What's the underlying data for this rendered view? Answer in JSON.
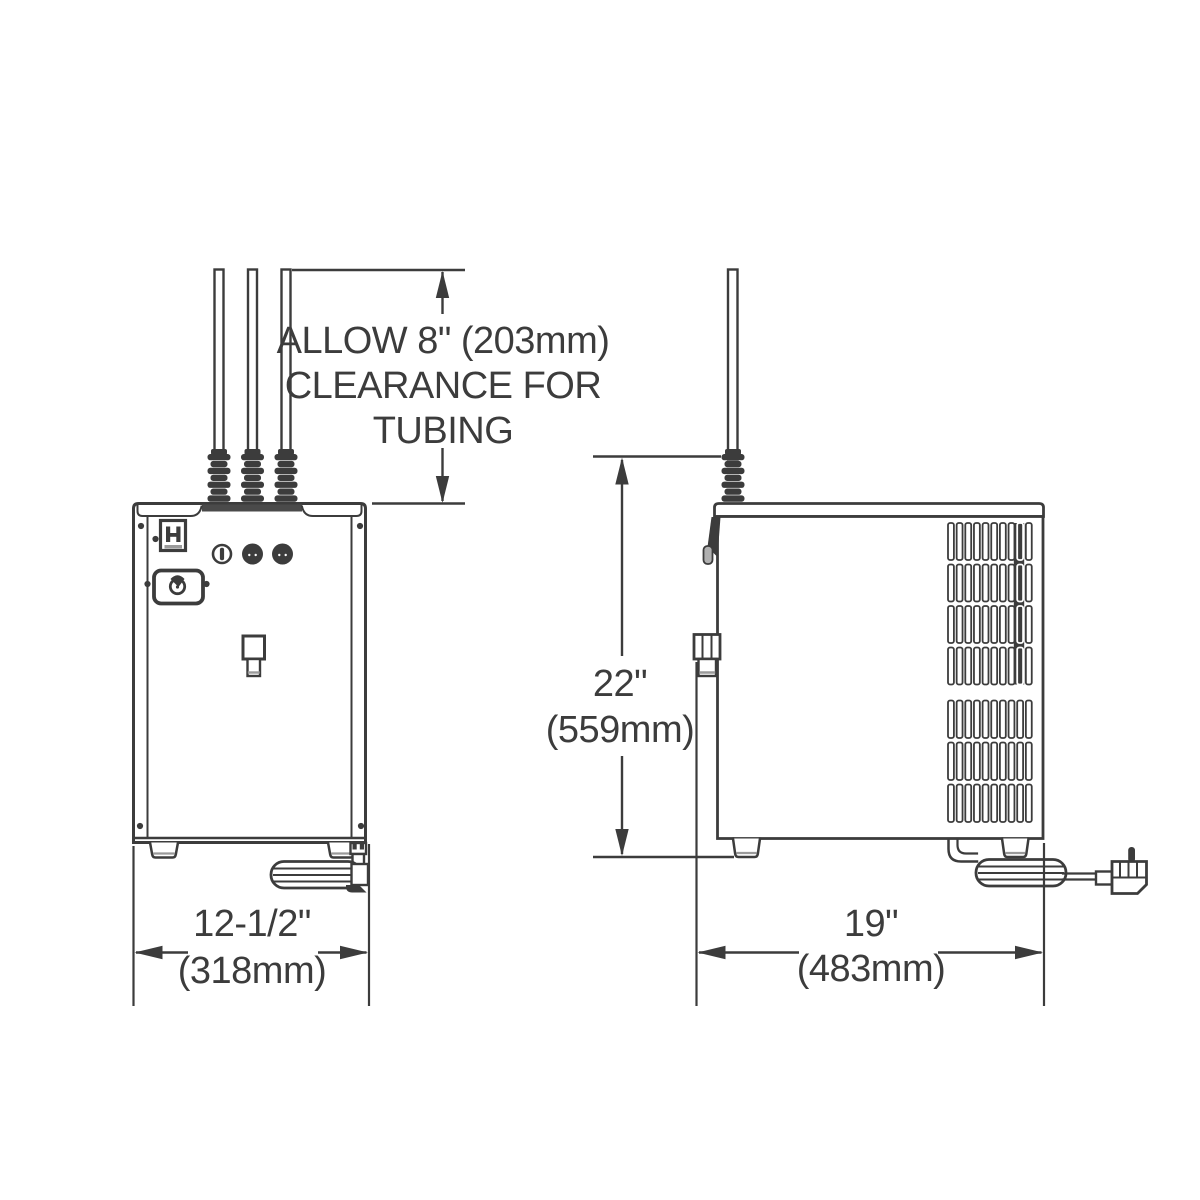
{
  "page": {
    "background": "#ffffff",
    "line_color": "#3c3c3c",
    "accent_gray": "#9a9a9a",
    "type": "installation-dimension-diagram"
  },
  "annotations": {
    "clearance_note": {
      "line1": "ALLOW 8\" (203mm)",
      "line2": "CLEARANCE FOR",
      "line3": "TUBING"
    },
    "dimensions": {
      "height": {
        "imperial": "22\"",
        "metric": "(559mm)"
      },
      "front_width": {
        "imperial": "12-1/2\"",
        "metric": "(318mm)"
      },
      "side_depth": {
        "imperial": "19\"",
        "metric": "(483mm)"
      }
    }
  }
}
